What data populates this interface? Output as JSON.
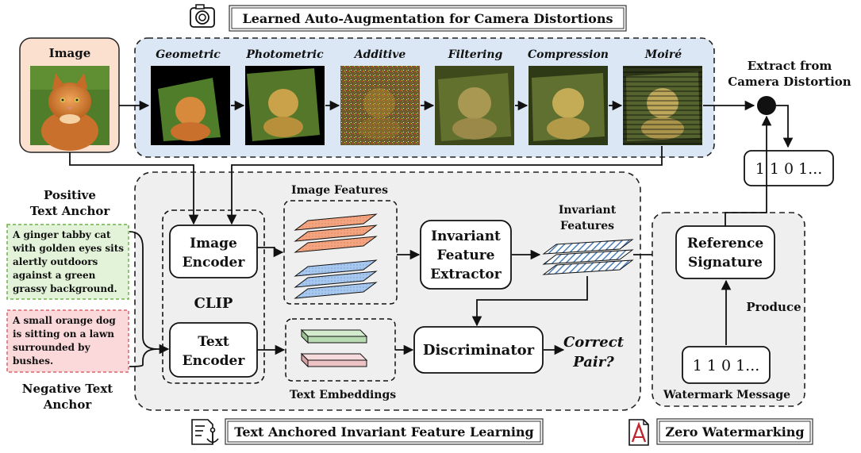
{
  "titles": {
    "augmentation": "Learned Auto-Augmentation for Camera Distortions",
    "feature_learning": "Text Anchored Invariant Feature Learning",
    "zero_watermarking": "Zero Watermarking"
  },
  "input": {
    "label": "Image"
  },
  "augmentations": [
    "Geometric",
    "Photometric",
    "Additive",
    "Filtering",
    "Compression",
    "Moiré"
  ],
  "extract": {
    "line1": "Extract from",
    "line2": "Camera Distortion"
  },
  "extracted_bits": "1 1 0 1...",
  "anchors": {
    "positive_label_1": "Positive",
    "positive_label_2": "Text Anchor",
    "positive_text": [
      "A ginger tabby cat",
      "with golden eyes sits",
      "alertly outdoors",
      "against a green",
      "grassy background."
    ],
    "negative_label_1": "Negative Text",
    "negative_label_2": "Anchor",
    "negative_text": [
      "A small orange dog",
      "is sitting on a lawn",
      "surrounded by",
      "bushes."
    ]
  },
  "clip": {
    "label": "CLIP",
    "image_encoder": [
      "Image",
      "Encoder"
    ],
    "text_encoder": [
      "Text",
      "Encoder"
    ]
  },
  "image_features": "Image Features",
  "text_embeddings": "Text Embeddings",
  "invariant_extractor": [
    "Invariant",
    "Feature",
    "Extractor"
  ],
  "invariant_features": [
    "Invariant",
    "Features"
  ],
  "discriminator": "Discriminator",
  "correct_pair": [
    "Correct",
    "Pair?"
  ],
  "reference_signature": [
    "Reference",
    "Signature"
  ],
  "produce": "Produce",
  "watermark_bits": "1 1 0 1...",
  "watermark_message": "Watermark Message",
  "colors": {
    "augmentation_panel": "#dbe7f5",
    "input_panel": "#fbe0cf",
    "learning_panel": "#efefef",
    "positive_fill": "#e3f3d9",
    "positive_border": "#6fb24a",
    "negative_fill": "#fbd9da",
    "negative_border": "#d9666d",
    "image_feature_orange": "#f3a582",
    "image_feature_blue": "#a9c8ef",
    "text_embed_green": "#b9dbb1",
    "text_embed_pink": "#ecc2c4"
  },
  "icons": [
    "camera-icon",
    "document-anchor-icon",
    "watermark-document-icon"
  ]
}
